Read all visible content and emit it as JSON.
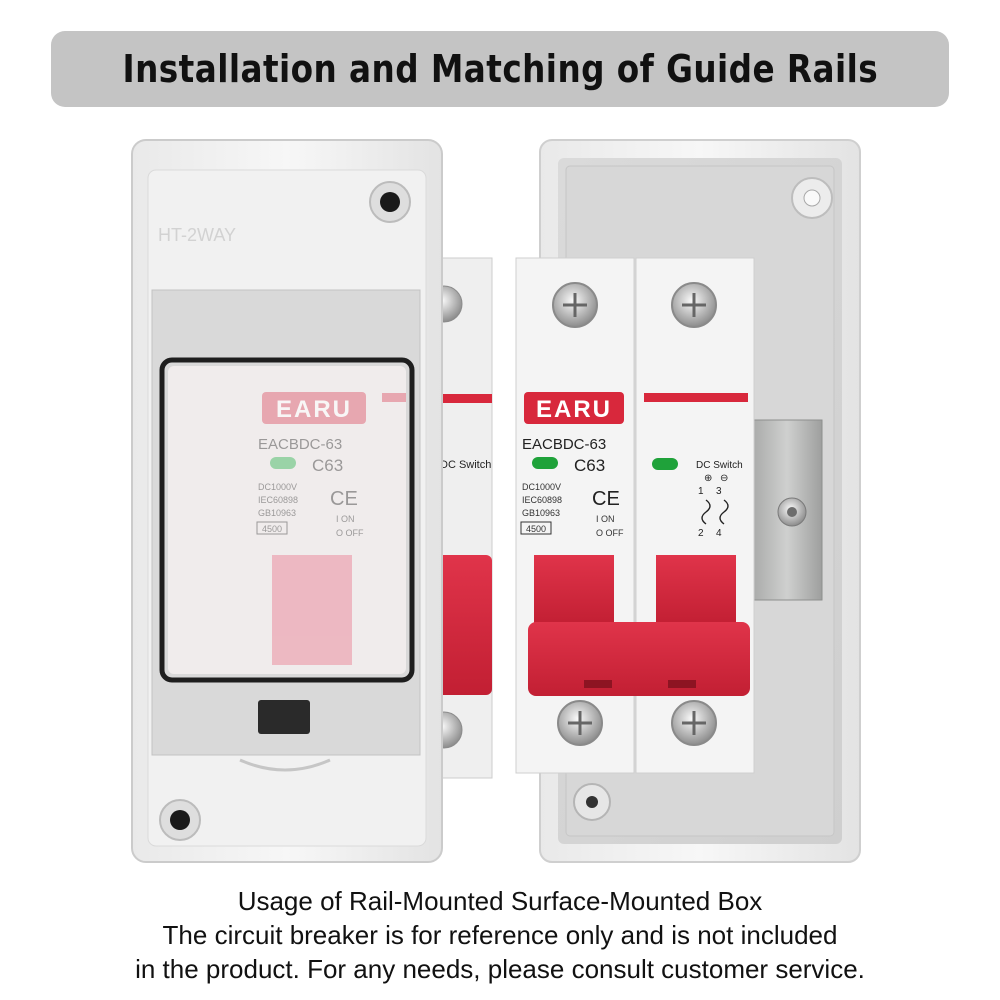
{
  "header": {
    "title": "Installation and Matching of Guide Rails"
  },
  "cover": {
    "model_mark": "HT-2WAY"
  },
  "breakers": [
    {
      "brand": "EARU",
      "model": "EACBDC-63",
      "rating": "C63",
      "voltage": "DC1000V",
      "standard_1": "IEC60898",
      "standard_2": "GB10963",
      "breaking_capacity": "4500",
      "on_label": "I ON",
      "off_label": "O OFF",
      "ce_mark": "CE"
    },
    {
      "brand": "EARU",
      "model": "EACBDC-63",
      "rating": "C63",
      "voltage": "DC1000V",
      "standard_1": "IEC60898",
      "standard_2": "GB10963",
      "breaking_capacity": "4500",
      "on_label": "I ON",
      "off_label": "O OFF",
      "ce_mark": "CE"
    }
  ],
  "dc_switch_pole": {
    "label": "DC Switch",
    "terminal_top_left": "1",
    "terminal_top_right": "3",
    "terminal_bottom_left": "2",
    "terminal_bottom_right": "4",
    "polarity_plus": "⊕",
    "polarity_minus": "⊖"
  },
  "caption": {
    "line1": "Usage of Rail-Mounted Surface-Mounted Box",
    "line2": "The circuit breaker is for reference only and is not included",
    "line3": "in the product. For any needs, please consult customer service."
  },
  "colors": {
    "banner_bg": "#c4c4c4",
    "brand_red": "#d8283c",
    "indicator_green": "#1fa23a",
    "enclosure_white": "#f2f2f2"
  }
}
